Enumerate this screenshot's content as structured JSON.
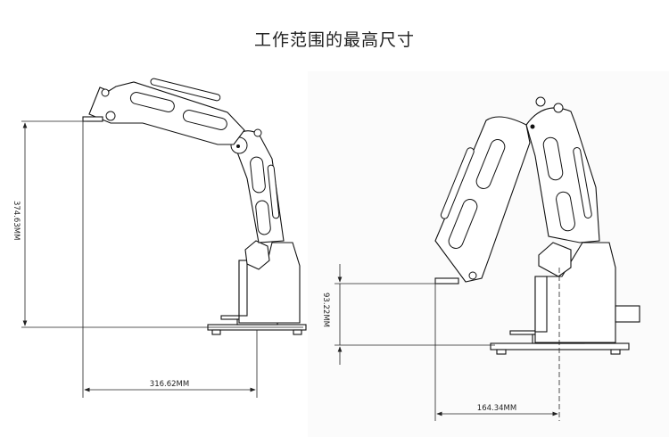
{
  "title": "工作范围的最高尺寸",
  "left_view": {
    "height_label": "374.63MM",
    "reach_label": "316.62MM"
  },
  "right_view": {
    "height_label": "93.22MM",
    "reach_label": "164.34MM"
  }
}
